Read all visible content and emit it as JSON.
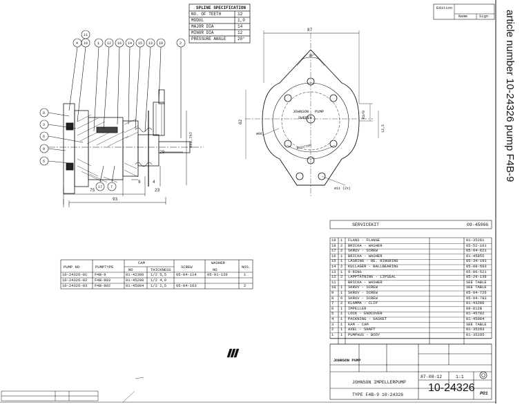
{
  "side_label": "article number 10-24326   pump F4B-9",
  "spline_spec": {
    "title": "SPLINE SPECIFICATION",
    "rows": [
      {
        "name": "NO. OF TEETH",
        "value": "12"
      },
      {
        "name": "MODUL",
        "value": "1,0"
      },
      {
        "name": "MAJOR DIA",
        "value": "14"
      },
      {
        "name": "MINOR DIA",
        "value": "12"
      },
      {
        "name": "PRESSURE ANGLE",
        "value": "20°"
      }
    ]
  },
  "balloons_top": [
    "4",
    "10",
    "1",
    "12",
    "16",
    "14",
    "15",
    "13",
    "19",
    "2"
  ],
  "balloon_11": "11",
  "balloons_left": [
    "8",
    "3",
    "6",
    "9",
    "5"
  ],
  "balloons_bottom": [
    "17",
    "7"
  ],
  "dims_side": {
    "d1": "ø50,7h7",
    "d2": "20",
    "d3": "9",
    "d4": "4",
    "d5": "75",
    "d6": "23",
    "d7": "93"
  },
  "dims_front": {
    "width": "87",
    "angle": "30°",
    "r": "R3/8",
    "h": "62",
    "c": "12,5",
    "d": "ø86",
    "holes": "ø11 (2x)"
  },
  "front_labels": {
    "brand1": "JOHNSON",
    "brand2": "PUMP",
    "country": "SWEDEN",
    "rotation": "ROTATION"
  },
  "pump_table": {
    "headers": [
      "PUMP NO",
      "PUMPTYPE",
      "CAM",
      "SCREW",
      "WASHER",
      "NOS."
    ],
    "subheaders": [
      "NO",
      "THICKNESS",
      "NO"
    ],
    "rows": [
      [
        "10-24326-01",
        "F4B-9",
        "01-42380",
        "1/2  5,5",
        "05-04-114",
        "05-91-120",
        "1"
      ],
      [
        "10-24326-02",
        "F4B-903",
        "01-45200",
        "1/2  4,0",
        "",
        "",
        ""
      ],
      [
        "10-24326-03",
        "F4B-902",
        "01-45084",
        "1/2  2,5",
        "05-04-163",
        "",
        "2"
      ]
    ]
  },
  "service_set": {
    "id": "SERVICEKIT",
    "no": "09-45066"
  },
  "parts": [
    {
      "pos": "19",
      "qty": "1",
      "name": "FLANS - FLANGE",
      "no": "01-35281"
    },
    {
      "pos": "18",
      "qty": "2",
      "name": "BRICKA - WASHER",
      "no": "05-52-101"
    },
    {
      "pos": "17",
      "qty": "2",
      "name": "SKRUV - SCREW",
      "no": "05-04-621"
    },
    {
      "pos": "16",
      "qty": "1",
      "name": "BRICKA - WASHER",
      "no": "01-45855"
    },
    {
      "pos": "15",
      "qty": "1",
      "name": "LÅSRING - RE. RINGRING",
      "no": "05-34-191"
    },
    {
      "pos": "14",
      "qty": "2",
      "name": "KULLAGER - BALLBEARING",
      "no": "05-08-593"
    },
    {
      "pos": "13",
      "qty": "1",
      "name": "O-RING",
      "no": "05-86-521"
    },
    {
      "pos": "12",
      "qty": "2",
      "name": "LAPPTÄTNING - LIPSEAL",
      "no": "05-29-139"
    },
    {
      "pos": "11",
      "qty": "",
      "name": "BRICKA - WASHER",
      "no": "SEE TABLE"
    },
    {
      "pos": "10",
      "qty": "1",
      "name": "SKRUV - SCREW",
      "no": "SEE TABLE"
    },
    {
      "pos": "9",
      "qty": "1",
      "name": "SKRUV - SCREW",
      "no": "05-04-726"
    },
    {
      "pos": "8",
      "qty": "6",
      "name": "SKRUV - SCREW",
      "no": "05-04-783"
    },
    {
      "pos": "7",
      "qty": "2",
      "name": "KLAMMA - CLIP",
      "no": "01-43280"
    },
    {
      "pos": "6",
      "qty": "1",
      "name": "IMPELLER",
      "no": "09-812B"
    },
    {
      "pos": "5",
      "qty": "1",
      "name": "LOCK - ENDCOVER",
      "no": "01-45782"
    },
    {
      "pos": "4",
      "qty": "1",
      "name": "PACKNING - GASKET",
      "no": "01-45084"
    },
    {
      "pos": "3",
      "qty": "1",
      "name": "KAM - CAM",
      "no": "SEE TABLE"
    },
    {
      "pos": "2",
      "qty": "1",
      "name": "AXEL - SHAFT",
      "no": "01-35293"
    },
    {
      "pos": "1",
      "qty": "1",
      "name": "PUMPHUS - BODY",
      "no": "01-35295"
    }
  ],
  "title_block": {
    "company": "JOHNSON PUMP",
    "title": "JOHNSON IMPELLERPUMP",
    "type": "TYPE F4B-9   10-24326",
    "date": "87-08-12",
    "scale": "1:1",
    "drawing_no": "10-24326",
    "sheet": "PO1"
  },
  "corner_box": {
    "left": "Edition",
    "mid": "Name",
    "right": "Sign"
  }
}
